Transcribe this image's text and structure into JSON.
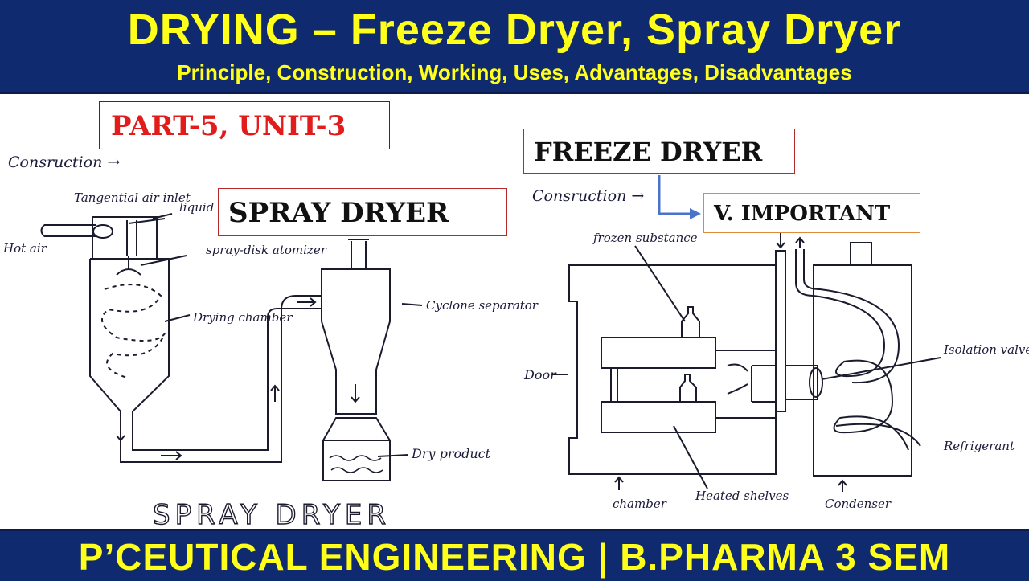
{
  "header": {
    "title": "DRYING – Freeze Dryer, Spray Dryer",
    "subtitle": "Principle, Construction, Working, Uses, Advantages, Disadvantages"
  },
  "badges": {
    "part": "PART-5, UNIT-3",
    "spray_dryer": "SPRAY DRYER",
    "freeze_dryer": "FREEZE  DRYER",
    "important": "V. IMPORTANT"
  },
  "spray_diagram": {
    "heading": "Consruction →",
    "labels": {
      "tangential_air_inlet": "Tangential air inlet",
      "liquid": "liquid",
      "hot_air": "Hot air",
      "spray_disk_atomizer": "spray-disk atomizer",
      "drying_chamber": "Drying chamber",
      "cyclone_separator": "Cyclone separator",
      "dry_product": "Dry product"
    },
    "caption": "SPRAY DRYER"
  },
  "freeze_diagram": {
    "heading": "Consruction →",
    "labels": {
      "frozen_substance": "frozen substance",
      "door": "Door",
      "isolation_valve": "Isolation valve",
      "refrigerant": "Refrigerant",
      "chamber": "chamber",
      "heated_shelves": "Heated shelves",
      "condenser": "Condenser"
    }
  },
  "footer": {
    "title": "P’CEUTICAL ENGINEERING | B.PHARMA 3 SEM"
  },
  "colors": {
    "banner_bg": "#0f2a6e",
    "banner_text": "#ffff1a",
    "part_text": "#e21b1b",
    "box_border": "#b42a2a",
    "arrow_blue": "#4a74c9"
  }
}
